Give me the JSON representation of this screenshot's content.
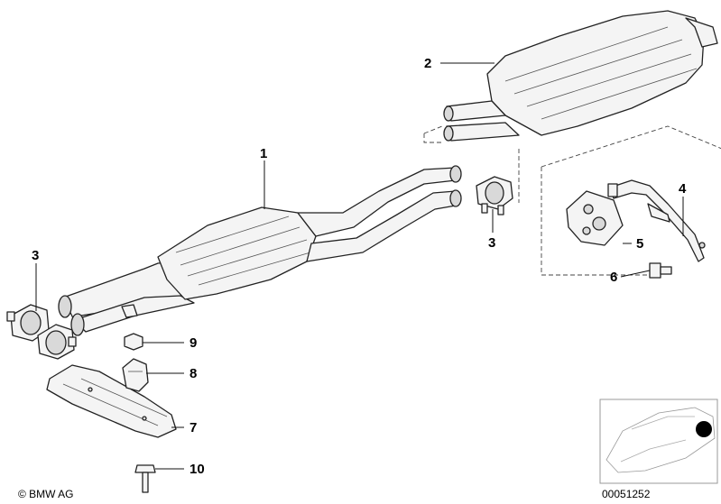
{
  "callouts": {
    "c1": "1",
    "c2": "2",
    "c3a": "3",
    "c3b": "3",
    "c4": "4",
    "c5": "5",
    "c6": "6",
    "c7": "7",
    "c8": "8",
    "c9": "9",
    "c10": "10"
  },
  "footer": {
    "copyright": "© BMW AG",
    "diagram_number": "00051252"
  }
}
